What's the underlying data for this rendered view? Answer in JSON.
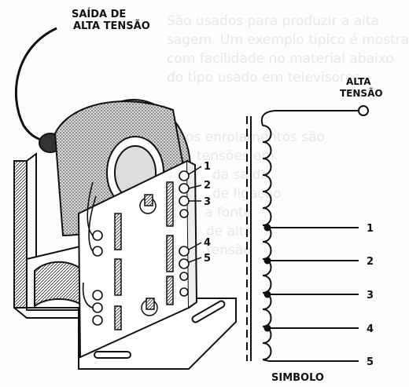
{
  "labels": {
    "hv_output_line1": "SAÍDA DE",
    "hv_output_line2": "ALTA TENSÃO",
    "symbol_hv_line1": "ALTA",
    "symbol_hv_line2": "TENSÃO",
    "symbol_caption": "SIMBOLO"
  },
  "terminals_device": [
    "1",
    "2",
    "3",
    "4",
    "5"
  ],
  "terminals_symbol": [
    "1",
    "2",
    "3",
    "4",
    "5"
  ],
  "background_text": [
    "São usados para produzir a alta",
    "sagem. Um exemplo típico é mostrado",
    "com facilidade no material abaixo",
    "do tipo usado em televisores",
    "os enrolamentos são",
    "tensões em",
    "da saída",
    "de ligação",
    "a fonte",
    "de alta",
    "tensão"
  ],
  "colors": {
    "ink": "#111111",
    "paper": "#fdfdfb",
    "coil_fill": "#bdbdbd"
  }
}
